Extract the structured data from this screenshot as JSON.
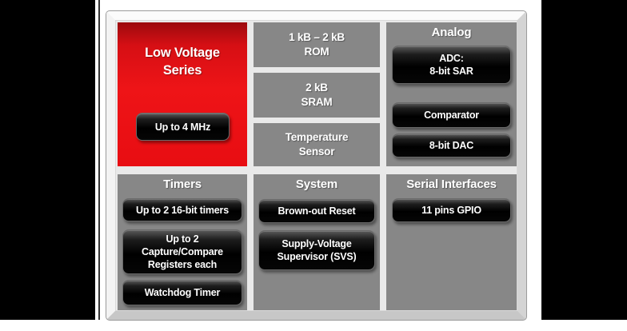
{
  "colors": {
    "accent_red": "#ee1417",
    "panel_gray": "#878787",
    "chip_black": "#000000",
    "frame_background": "#e9e9e9",
    "letterbox": "#000000"
  },
  "panels": {
    "low_voltage": {
      "title": "Low Voltage\nSeries",
      "chips": [
        "Up to 4 MHz"
      ]
    },
    "memory": {
      "blocks": [
        "1 kB – 2 kB\nROM",
        "2 kB\nSRAM",
        "Temperature\nSensor"
      ]
    },
    "analog": {
      "title": "Analog",
      "chips": [
        "ADC:\n8-bit SAR",
        "Comparator",
        "8-bit DAC"
      ]
    },
    "timers": {
      "title": "Timers",
      "chips": [
        "Up to 2 16-bit timers",
        "Up to 2\nCapture/Compare\nRegisters each",
        "Watchdog Timer"
      ]
    },
    "system": {
      "title": "System",
      "chips": [
        "Brown-out Reset",
        "Supply-Voltage\nSupervisor (SVS)"
      ]
    },
    "serial": {
      "title": "Serial Interfaces",
      "chips": [
        "11 pins GPIO"
      ]
    }
  }
}
